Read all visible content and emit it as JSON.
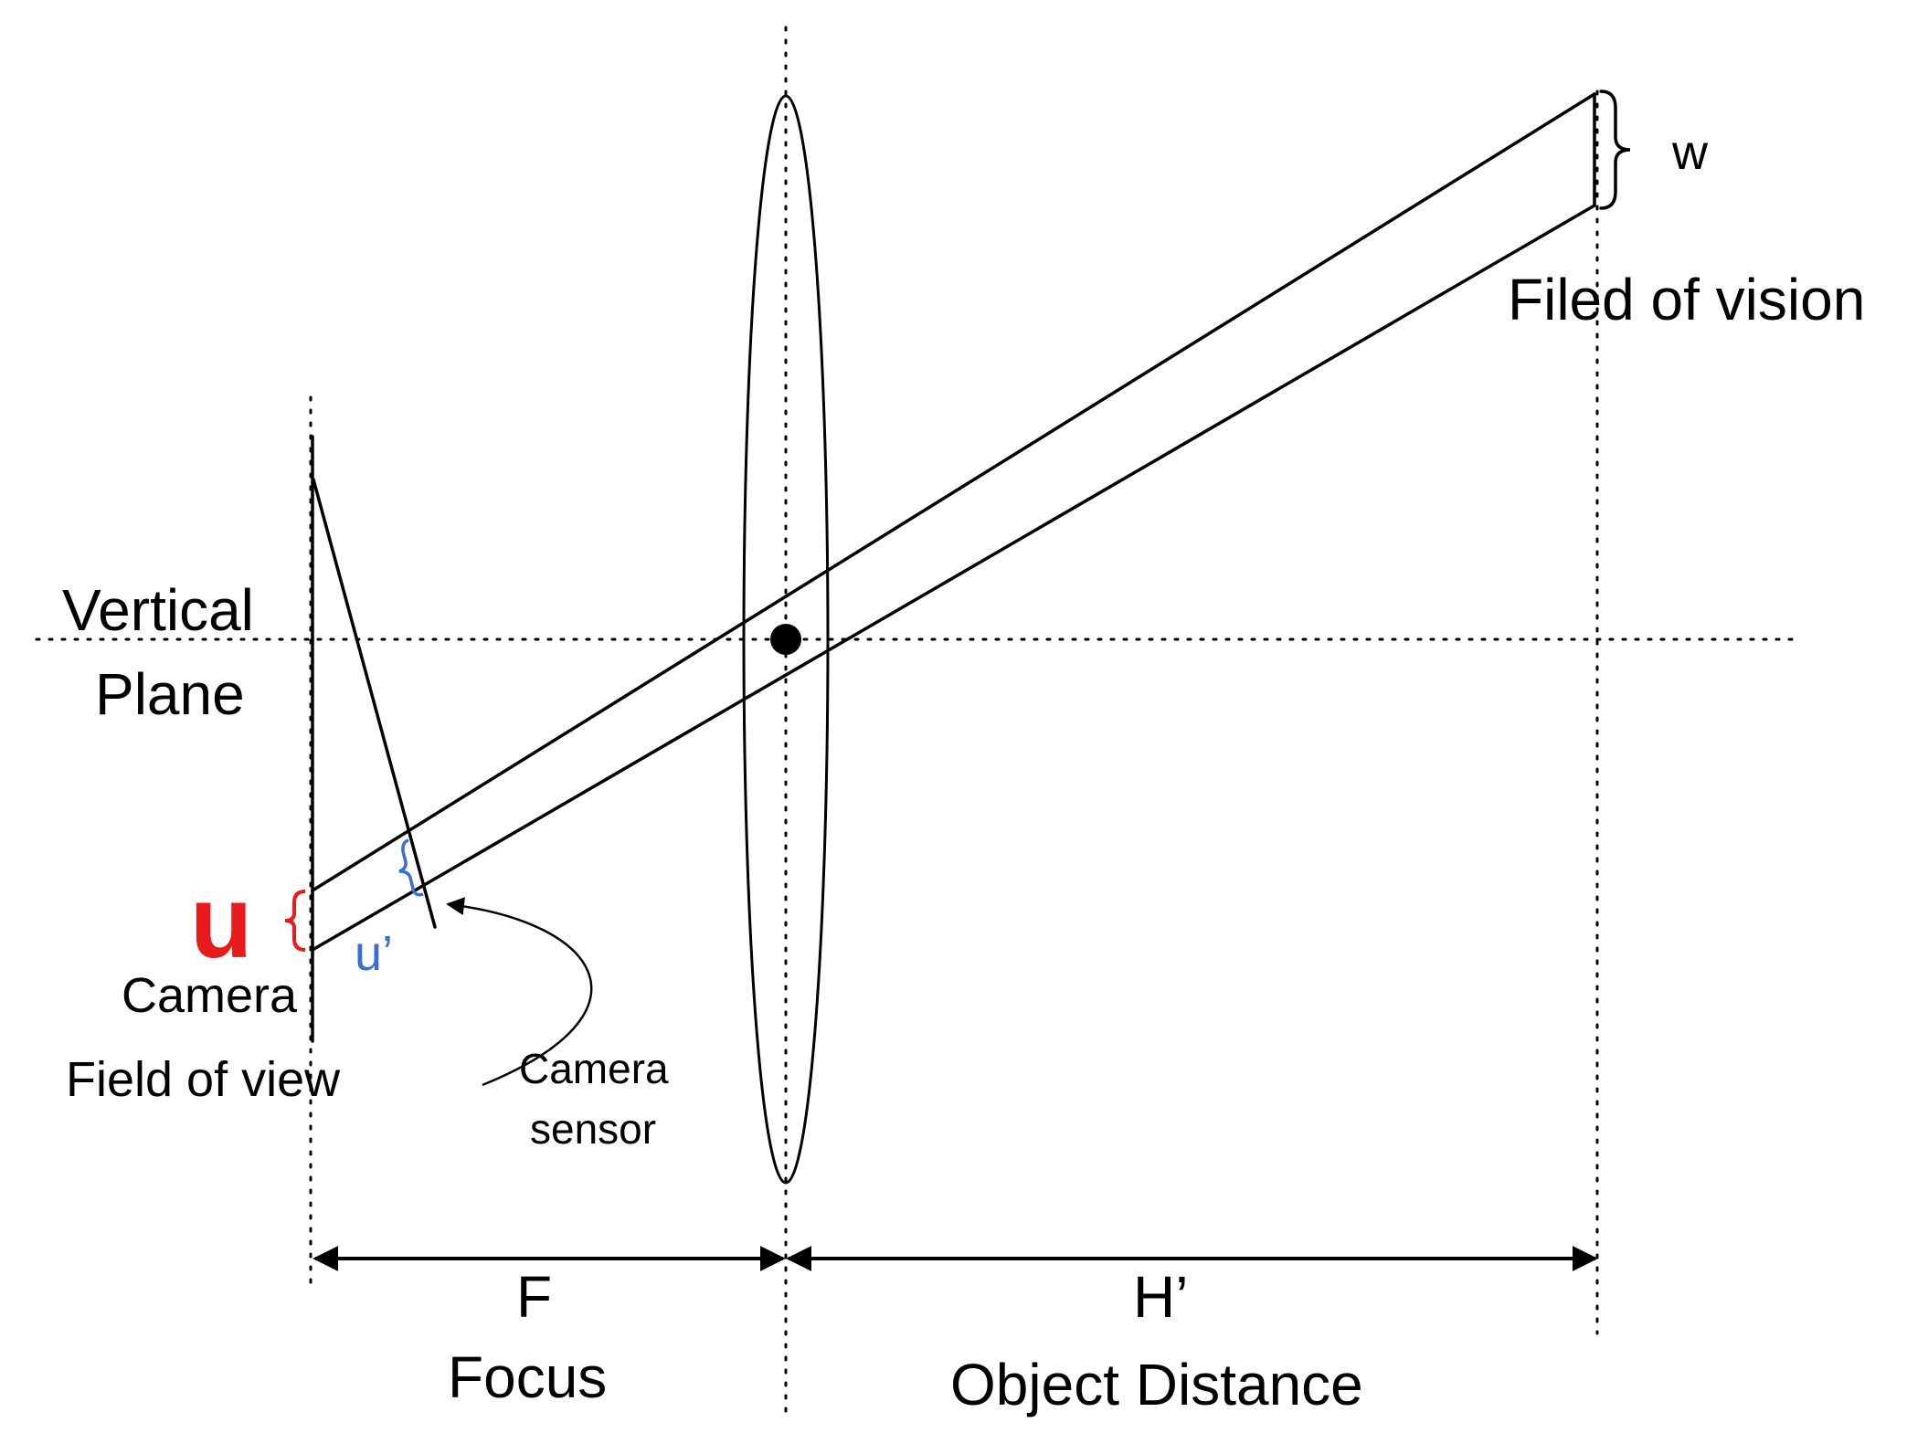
{
  "labels": {
    "w": "w",
    "field_of_vision": "Filed of vision",
    "vertical": "Vertical",
    "plane": "Plane",
    "u": "u",
    "u_prime": "u’",
    "camera": "Camera",
    "field_of_view": "Field of view",
    "camera_sensor_1": "Camera",
    "camera_sensor_2": "sensor",
    "f": "F",
    "focus": "Focus",
    "h_prime": "H’",
    "object_distance": "Object Distance"
  },
  "colors": {
    "line": "#000000",
    "u_label": "#e81a1a",
    "u_prime_label": "#3a6fd1"
  }
}
